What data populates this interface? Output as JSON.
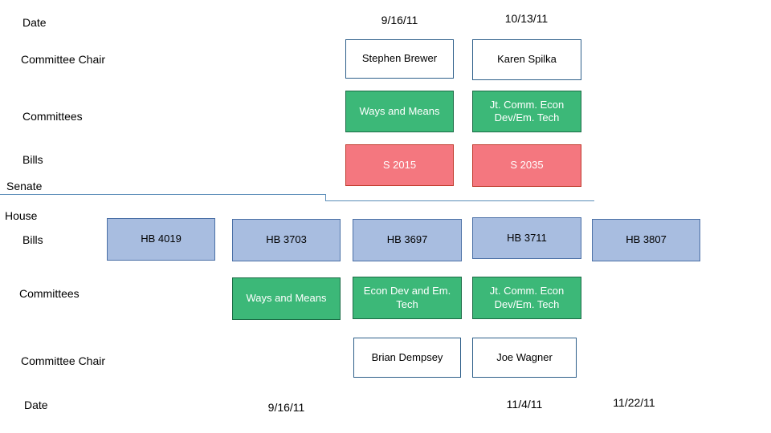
{
  "senate": {
    "section_label": "Senate",
    "row_labels": {
      "date": "Date",
      "committee_chair": "Committee Chair",
      "committees": "Committees",
      "bills": "Bills"
    },
    "columns": [
      {
        "date": "9/16/11",
        "chair": "Stephen Brewer",
        "committee": "Ways and Means",
        "bill": "S 2015"
      },
      {
        "date": "10/13/11",
        "chair": "Karen Spilka",
        "committee": "Jt. Comm. Econ Dev/Em. Tech",
        "bill": "S 2035"
      }
    ]
  },
  "house": {
    "section_label": "House",
    "row_labels": {
      "bills": "Bills",
      "committees": "Committees",
      "committee_chair": "Committee Chair",
      "date": "Date"
    },
    "columns": [
      {
        "bill": "HB 4019",
        "committee": "",
        "chair": "",
        "date": ""
      },
      {
        "bill": "HB 3703",
        "committee": "Ways and Means",
        "chair": "",
        "date": "9/16/11"
      },
      {
        "bill": "HB 3697",
        "committee": "Econ Dev and Em. Tech",
        "chair": "Brian Dempsey",
        "date": ""
      },
      {
        "bill": "HB 3711",
        "committee": "Jt. Comm. Econ Dev/Em. Tech",
        "chair": "Joe Wagner",
        "date": "11/4/11"
      },
      {
        "bill": "HB 3807",
        "committee": "",
        "chair": "",
        "date": "11/22/11"
      }
    ]
  },
  "colors": {
    "green": "#3cb878",
    "red": "#f4777f",
    "blue": "#a8bde0",
    "white": "#ffffff",
    "divider": "#5b8db8"
  }
}
